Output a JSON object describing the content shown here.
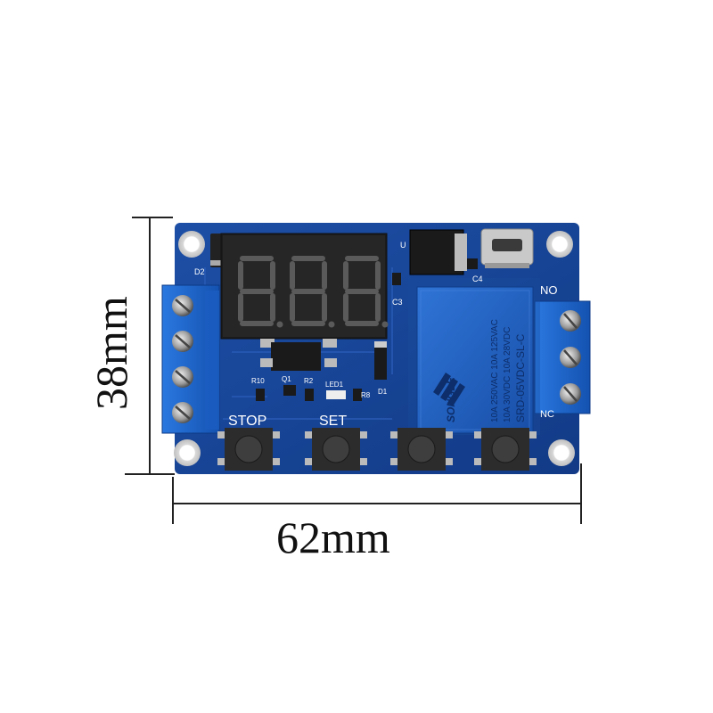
{
  "dimensions": {
    "width_label": "62mm",
    "height_label": "38mm"
  },
  "board": {
    "button_labels": {
      "stop": "STOP",
      "set": "SET"
    },
    "silkscreen": {
      "d2": "D2",
      "r10": "R10",
      "q1": "Q1",
      "r2": "R2",
      "led1": "LED1",
      "r8": "R8",
      "d1": "D1",
      "c3": "C3",
      "c4": "C4",
      "no": "NO",
      "nc": "NC",
      "u": "U"
    },
    "relay": {
      "brand": "SONGLE",
      "rating_1": "10A 250VAC 10A 125VAC",
      "rating_2": "10A 30VDC 10A 28VDC",
      "model": "SRD-05VDC-SL-C"
    },
    "display": {
      "digits": "8.8.8."
    }
  },
  "colors": {
    "pcb": "#17408f",
    "terminal": "#1e63c8",
    "relay": "#2060c0",
    "button": "#333333"
  }
}
